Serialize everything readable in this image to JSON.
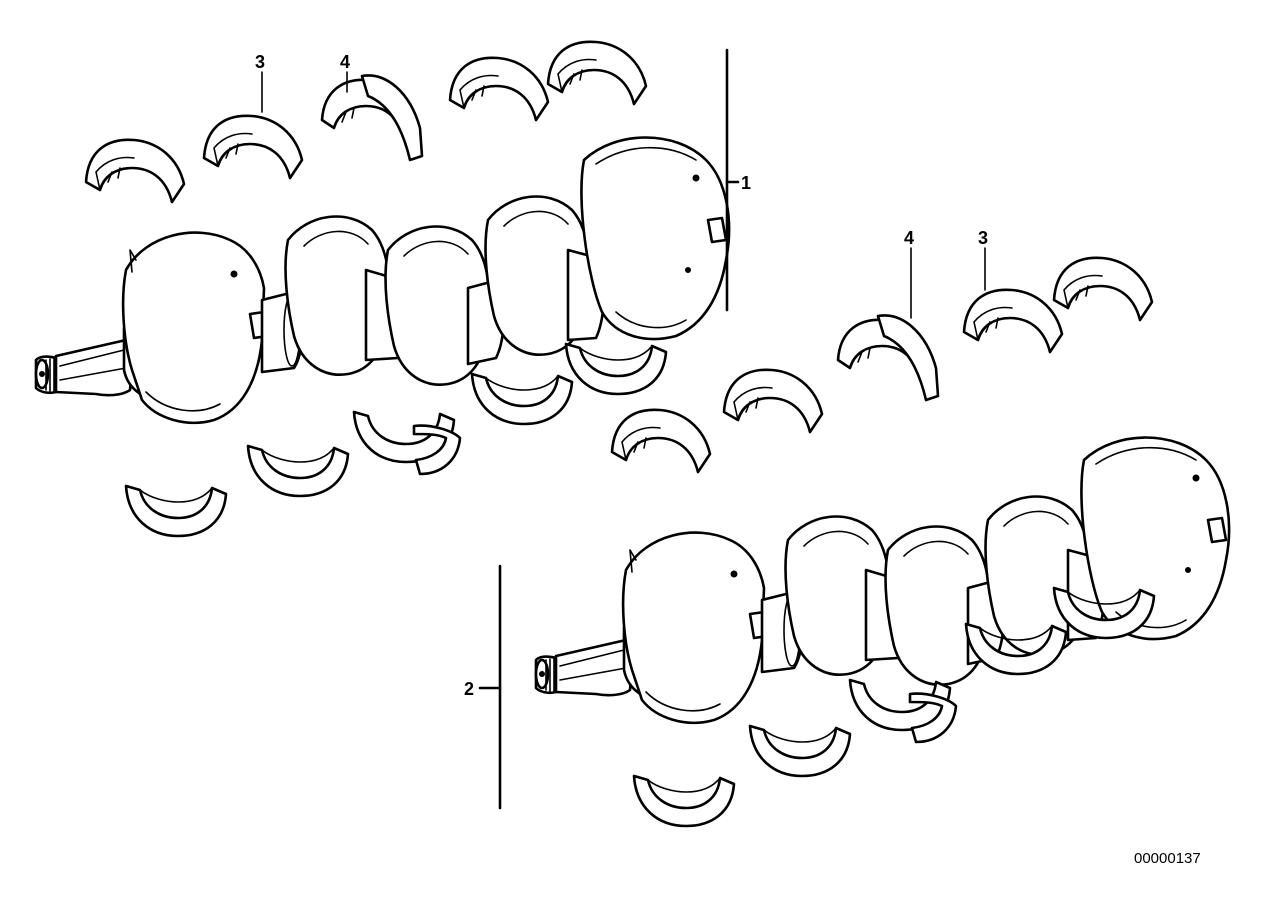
{
  "callouts": {
    "c1": "1",
    "c2": "2",
    "c3a": "3",
    "c4a": "4",
    "c3b": "3",
    "c4b": "4"
  },
  "diagram_id": "00000137",
  "line_color": "#000000",
  "background": "#ffffff"
}
